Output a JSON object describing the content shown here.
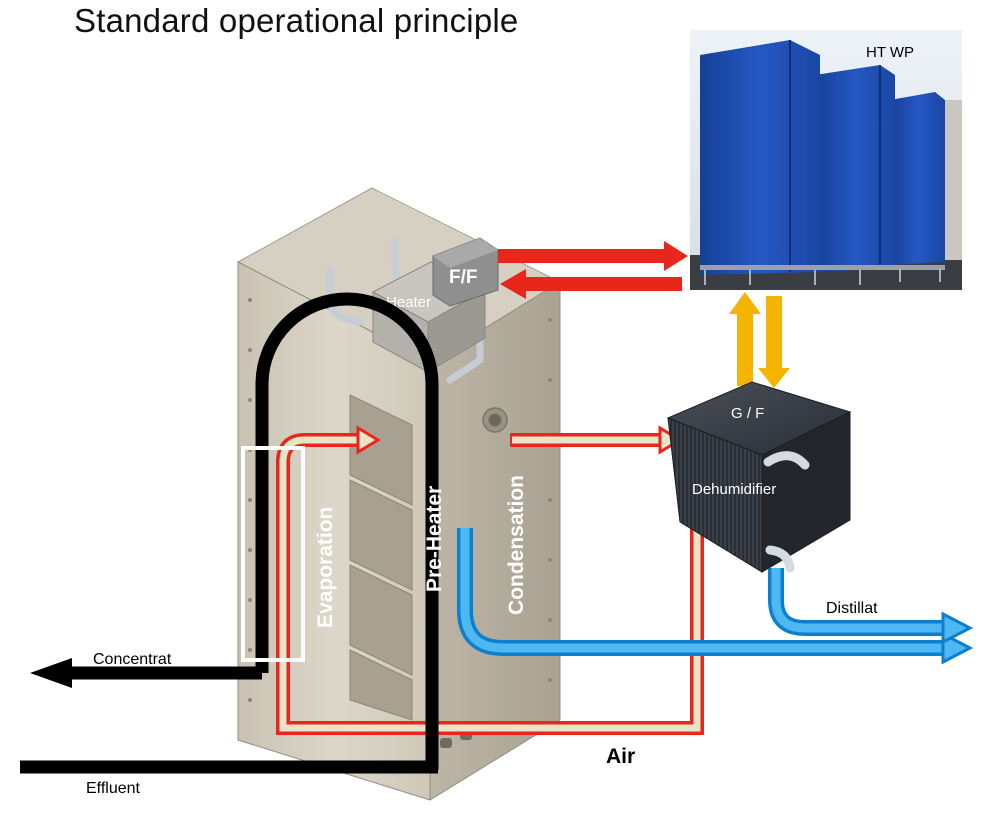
{
  "title": "Standard operational principle",
  "labels": {
    "htwp": "HT WP",
    "ff": "F/F",
    "heater": "Heater",
    "gf": "G / F",
    "dehumidifier": "Dehumidifier",
    "evaporation": "Evaporation",
    "preheater": "Pre-Heater",
    "condensation": "Condensation",
    "distillat": "Distillat",
    "concentrat": "Concentrat",
    "effluent": "Effluent",
    "air": "Air"
  },
  "colors": {
    "hot_flow": "#e8261c",
    "warm_flow": "#f5b400",
    "cold_flow": "#1e9be8",
    "black_flow": "#000000",
    "air_fill": "#e9e4c8",
    "unit_body": "#d8d2c4",
    "htwp_panel": "#1e50b4",
    "dehumidifier": "#2c3038"
  }
}
